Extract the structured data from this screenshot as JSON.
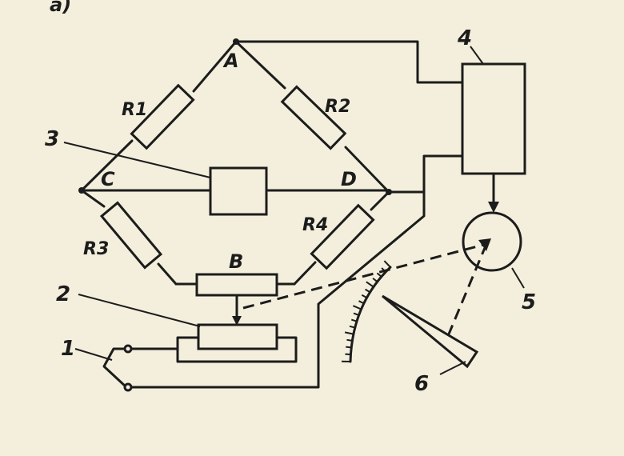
{
  "figure_label": "а)",
  "nodes": {
    "A": "A",
    "B": "B",
    "C": "C",
    "D": "D"
  },
  "resistors": {
    "r1": "R1",
    "r2": "R2",
    "r3": "R3",
    "r4": "R4"
  },
  "callouts": {
    "c1": "1",
    "c2": "2",
    "c3": "3",
    "c4": "4",
    "c5": "5",
    "c6": "6"
  }
}
